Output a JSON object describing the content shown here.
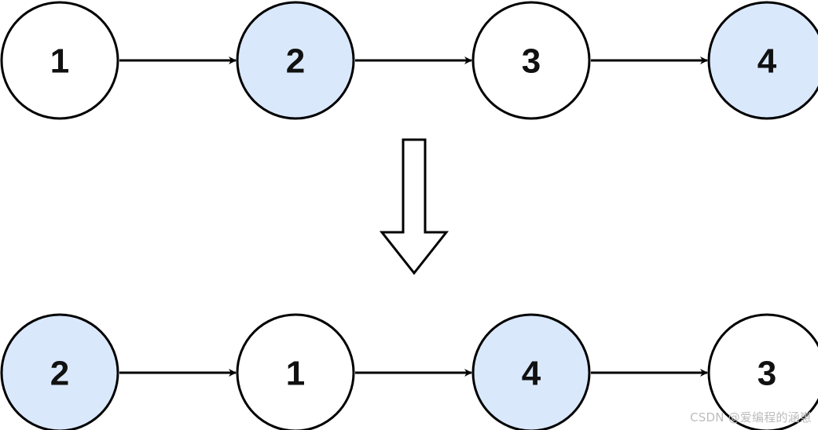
{
  "diagram": {
    "top_row": [
      {
        "label": "1",
        "highlighted": false
      },
      {
        "label": "2",
        "highlighted": true
      },
      {
        "label": "3",
        "highlighted": false
      },
      {
        "label": "4",
        "highlighted": true
      }
    ],
    "bottom_row": [
      {
        "label": "2",
        "highlighted": true
      },
      {
        "label": "1",
        "highlighted": false
      },
      {
        "label": "4",
        "highlighted": true
      },
      {
        "label": "3",
        "highlighted": false
      }
    ]
  },
  "colors": {
    "highlight_fill": "#dae8fc",
    "plain_fill": "#ffffff",
    "stroke": "#000000"
  },
  "watermark": "CSDN @爱编程的涵崽"
}
